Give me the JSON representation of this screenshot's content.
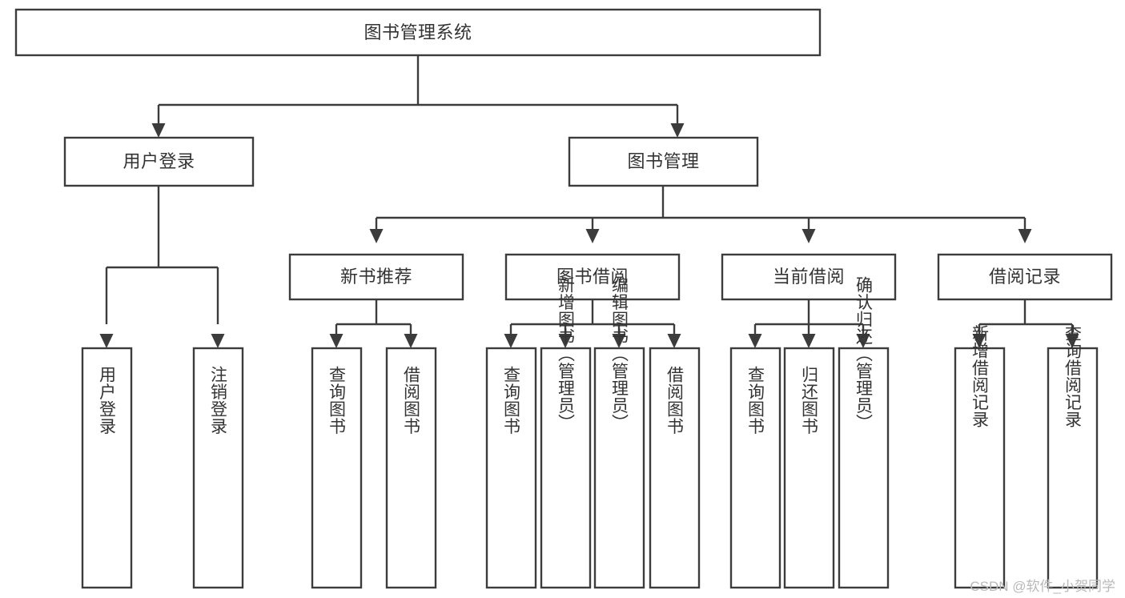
{
  "diagram": {
    "type": "tree-hierarchy",
    "title": "图书管理系统",
    "orientation": "top-down",
    "watermark": "CSDN @软件_小贺同学",
    "colors": {
      "box_stroke": "#3c3c3c",
      "box_fill": "#ffffff",
      "text": "#333333",
      "connector": "#3c3c3c",
      "watermark": "#b9b9b9",
      "background": "#ffffff"
    },
    "root": {
      "label": "图书管理系统"
    },
    "level2": [
      {
        "label": "用户登录"
      },
      {
        "label": "图书管理"
      }
    ],
    "level3": [
      {
        "label": "新书推荐"
      },
      {
        "label": "图书借阅"
      },
      {
        "label": "当前借阅"
      },
      {
        "label": "借阅记录"
      }
    ],
    "leaves": {
      "user_login": [
        {
          "label": "用户登录"
        },
        {
          "label": "注销登录"
        }
      ],
      "new_book_recommend": [
        {
          "label": "查询图书"
        },
        {
          "label": "借阅图书"
        }
      ],
      "book_borrow": [
        {
          "label": "查询图书"
        },
        {
          "label": "新增图书（管理员）"
        },
        {
          "label": "编辑图书（管理员）"
        },
        {
          "label": "借阅图书"
        }
      ],
      "current_borrow": [
        {
          "label": "查询图书"
        },
        {
          "label": "归还图书"
        },
        {
          "label": "确认归还（管理员）"
        }
      ],
      "borrow_record": [
        {
          "label": "新增借阅记录"
        },
        {
          "label": "查询借阅记录"
        }
      ]
    }
  }
}
